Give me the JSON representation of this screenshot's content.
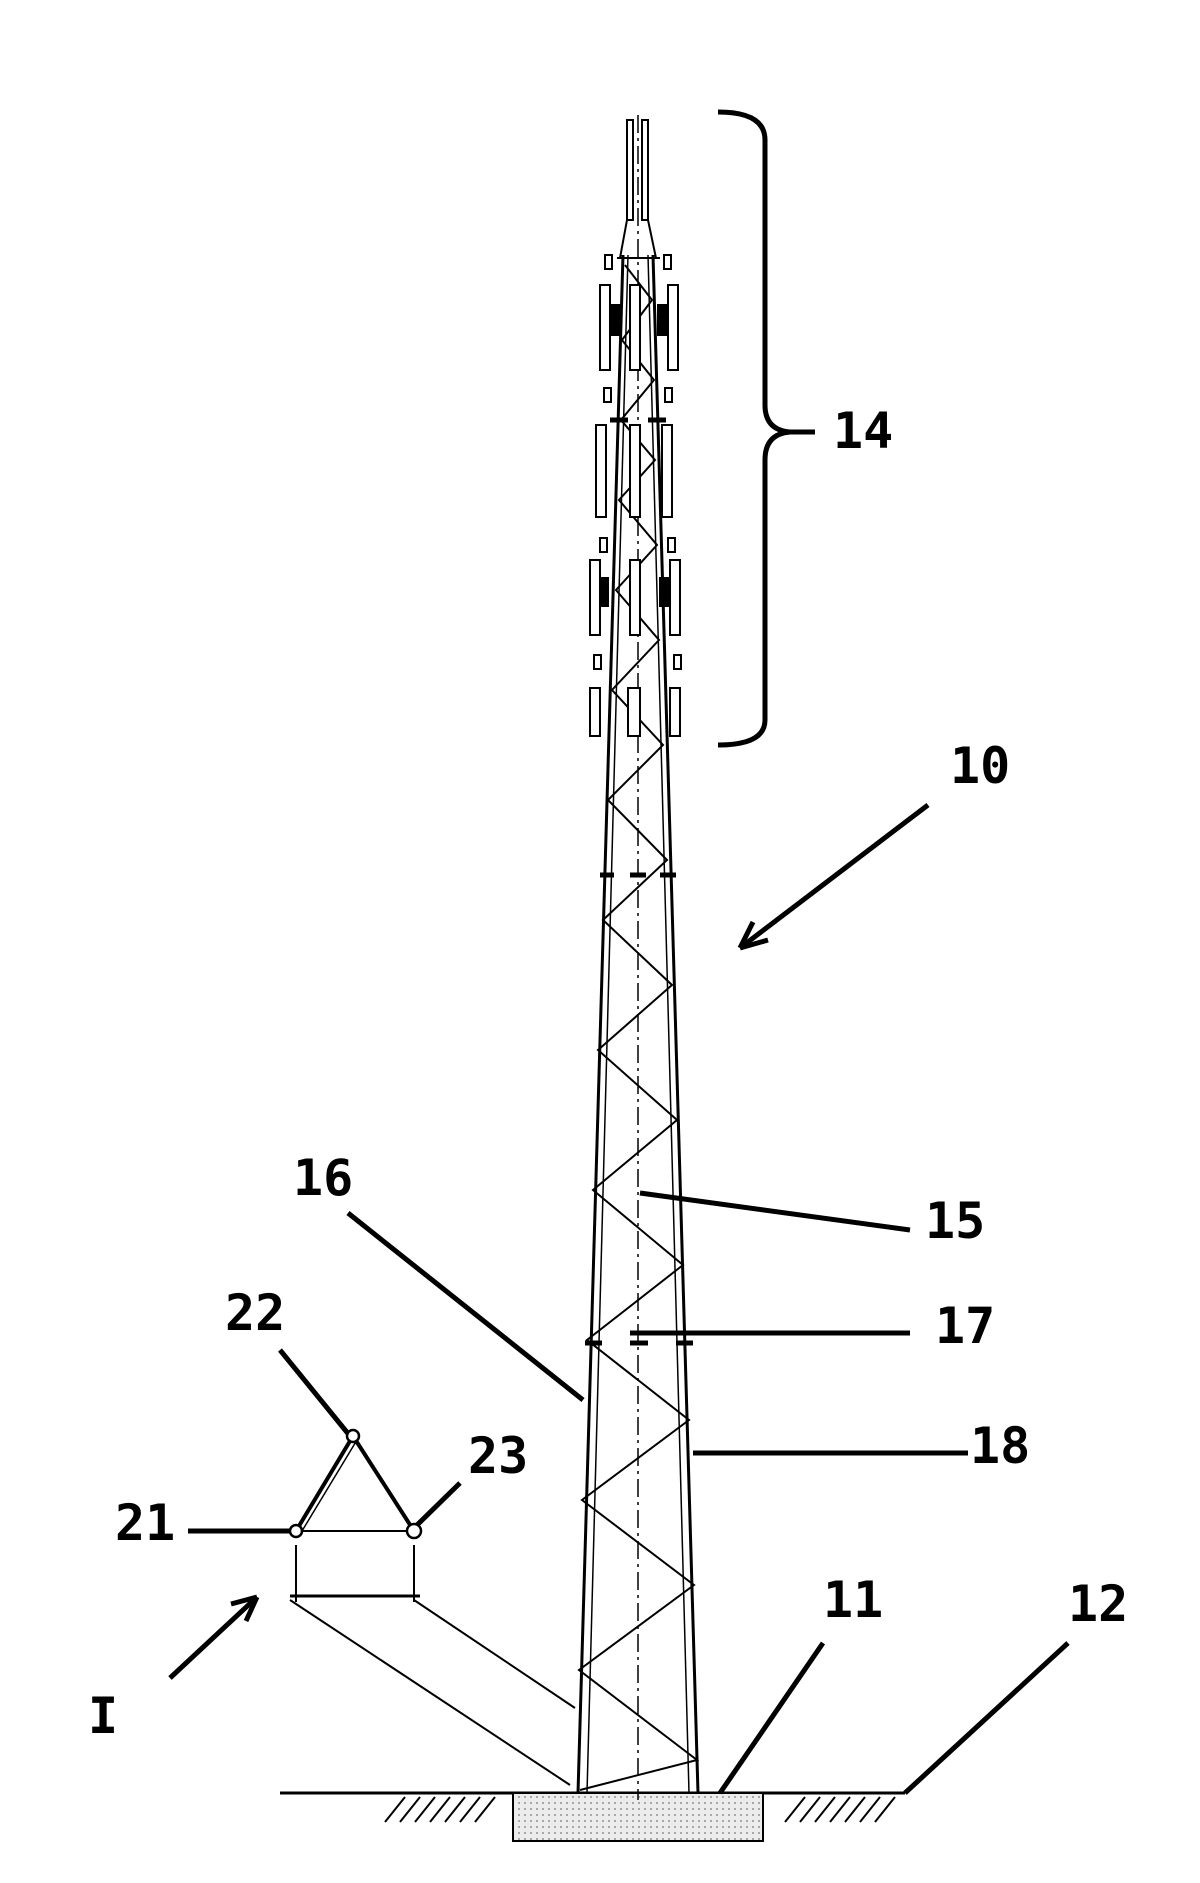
{
  "figure": {
    "labels": {
      "tower": "10",
      "foundation": "11",
      "ground": "12",
      "antenna_section": "14",
      "diagonal_brace": "15",
      "leg": "16",
      "flange_joint": "17",
      "leg_outer": "18",
      "node_left": "21",
      "node_top": "22",
      "node_right": "23",
      "section_marker": "I"
    },
    "colors": {
      "ink": "#000000",
      "paper": "#ffffff",
      "foundation_fill": "#e6e6e6"
    }
  }
}
